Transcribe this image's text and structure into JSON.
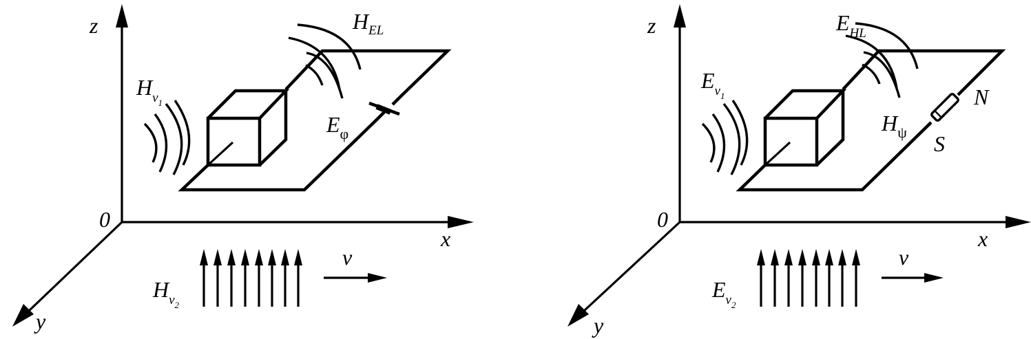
{
  "left_panel": {
    "axis_z": "z",
    "axis_x": "x",
    "axis_y": "y",
    "origin": "0",
    "wave_top": {
      "main": "H",
      "sub": "EL"
    },
    "wave_side": {
      "main": "H",
      "sub": "v",
      "subsub": "1"
    },
    "loop_field": {
      "main": "E",
      "sub": "φ"
    },
    "bottom_field": {
      "main": "H",
      "sub": "v",
      "subsub": "2"
    },
    "velocity": "v"
  },
  "right_panel": {
    "axis_z": "z",
    "axis_x": "x",
    "axis_y": "y",
    "origin": "0",
    "wave_top": {
      "main": "E",
      "sub": "HL"
    },
    "wave_side": {
      "main": "E",
      "sub": "v",
      "subsub": "1"
    },
    "loop_field": {
      "main": "H",
      "sub": "ψ"
    },
    "bottom_field": {
      "main": "E",
      "sub": "v",
      "subsub": "2"
    },
    "velocity": "v",
    "magnet_north": "N",
    "magnet_south": "S"
  }
}
